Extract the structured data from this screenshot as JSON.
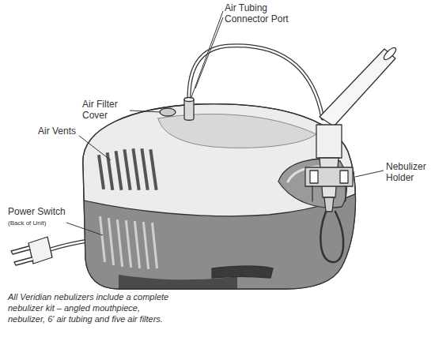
{
  "diagram": {
    "caption": "All Veridian nebulizers include a complete nebulizer kit – angled mouthpiece, nebulizer, 6' air tubing and five air filters.",
    "labels": [
      "Air Tubing Connector Port",
      "Air Filter Cover",
      "Air Vents",
      "Power Switch",
      "(Back of Unit)",
      "Nebulizer Holder"
    ]
  }
}
